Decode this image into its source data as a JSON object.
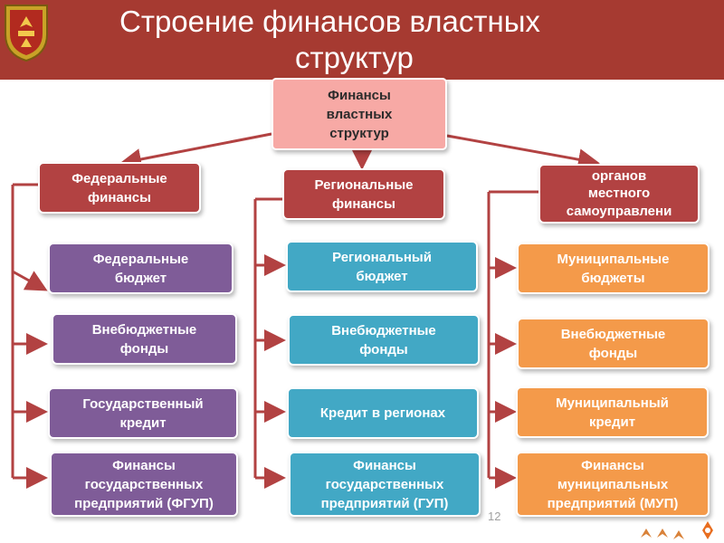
{
  "title": {
    "line1": "Строение финансов властных",
    "line2": "структур"
  },
  "top_box": "Финансы\nвластных\nструктур",
  "columns": [
    {
      "header": "Федеральные\nфинансы",
      "items": [
        "Федеральные\nбюджет",
        "Внебюджетные\nфонды",
        "Государственный\nкредит",
        "Финансы\nгосударственных\nпредприятий (ФГУП)"
      ]
    },
    {
      "header": "Региональные\nфинансы",
      "items": [
        "Региональный\nбюджет",
        "Внебюджетные\nфонды",
        "Кредит в регионах",
        "Финансы\nгосударственных\nпредприятий (ГУП)"
      ]
    },
    {
      "header": "Финансы\nорганов\nместного\nсамоуправлени\nя",
      "items": [
        "Муниципальные\nбюджеты",
        "Внебюджетные\nфонды",
        "Муниципальный\nкредит",
        "Финансы\nмуниципальных\nпредприятий (МУП)"
      ]
    }
  ],
  "page_number": "12",
  "colors": {
    "header_bar": "#a63a31",
    "column_header": "#b24242",
    "federal": "#7f5c98",
    "regional": "#42a8c5",
    "municipal": "#f49a4a",
    "top_box": "#f7a9a5",
    "arrow": "#b24242"
  },
  "icons": {
    "crest": "chuvash-crest-icon",
    "ornament": "chuvash-ornament-icon"
  }
}
